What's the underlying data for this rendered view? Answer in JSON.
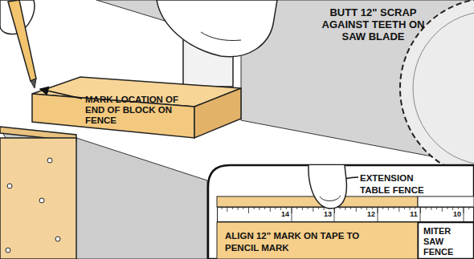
{
  "diagram": {
    "nodes": [
      {
        "text": [
          "MARK LOCATION OF END OF BLOCK ON FENCE"
        ]
      },
      {
        "text": [
          "EXTENSION TABLE FENCE",
          "ALIGN 12\" MARK ON TAPE TO PENCIL MARK"
        ]
      },
      {
        "text": [
          "14",
          "13",
          "12",
          "11",
          "10"
        ],
        "in": 1
      },
      {
        "text": [
          "MITER SAW FENCE"
        ],
        "in": 1
      }
    ],
    "labels": [
      "BUTT 12\" SCRAP AGAINST TEETH ON SAW BLADE"
    ]
  }
}
